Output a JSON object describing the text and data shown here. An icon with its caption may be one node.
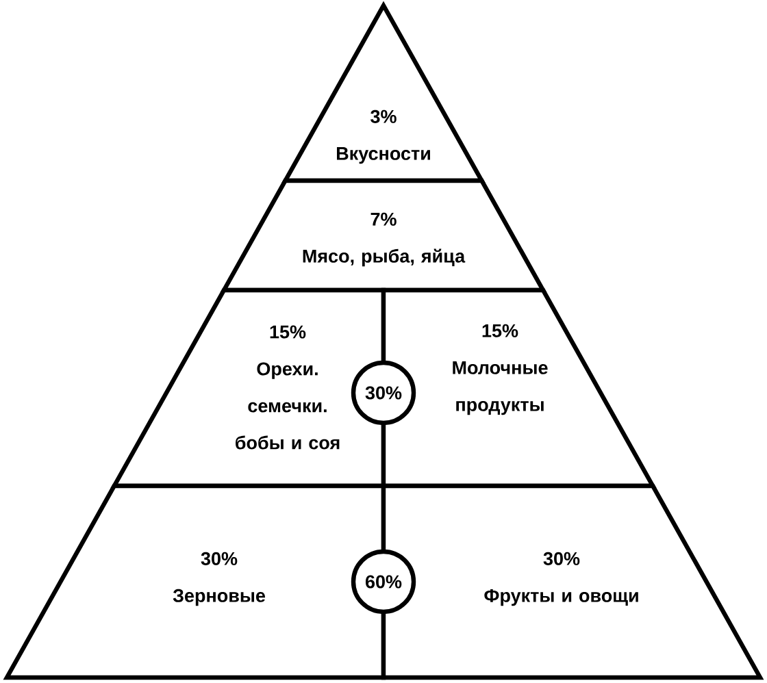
{
  "diagram": {
    "nodes": [
      {
        "text": [
          "3%",
          "Вкусности"
        ]
      },
      {
        "text": [
          "7%",
          "Мясо, рыба, яйца"
        ]
      },
      {
        "text": [
          "15%",
          "Орехи. семечки. бобы и соя"
        ]
      },
      {
        "text": [
          "15%",
          "Молочные продукты"
        ]
      },
      {
        "text": [
          "30%"
        ]
      },
      {
        "text": [
          "30%",
          "Зерновые"
        ]
      },
      {
        "text": [
          "30%",
          "Фрукты и овощи"
        ]
      },
      {
        "text": [
          "60%"
        ]
      }
    ]
  }
}
